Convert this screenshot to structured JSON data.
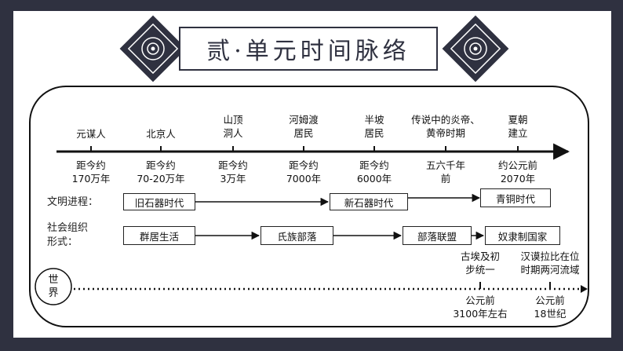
{
  "title": "贰·单元时间脉络",
  "timeline": [
    {
      "event": "元谋人",
      "time": "距今约\n170万年"
    },
    {
      "event": "北京人",
      "time": "距今约\n70-20万年"
    },
    {
      "event": "山顶\n洞人",
      "time": "距今约\n3万年"
    },
    {
      "event": "河姆渡\n居民",
      "time": "距今约\n7000年"
    },
    {
      "event": "半坡\n居民",
      "time": "距今约\n6000年"
    },
    {
      "event": "传说中的炎帝、\n黄帝时期",
      "time": "五六千年\n前"
    },
    {
      "event": "夏朝\n建立",
      "time": "约公元前\n2070年"
    }
  ],
  "civilization": {
    "label": "文明进程：",
    "stages": [
      "旧石器时代",
      "新石器时代",
      "青铜时代"
    ]
  },
  "society": {
    "label": "社会组织\n形式：",
    "stages": [
      "群居生活",
      "氏族部落",
      "部落联盟",
      "奴隶制国家"
    ]
  },
  "world": {
    "label": "世\n界",
    "events": [
      {
        "event": "古埃及初\n步统一",
        "time": "公元前\n3100年左右"
      },
      {
        "event": "汉谟拉比在位\n时期两河流域",
        "time": "公元前\n18世纪"
      }
    ]
  },
  "colors": {
    "frame": "#2f3140",
    "accent": "#2f3140"
  }
}
